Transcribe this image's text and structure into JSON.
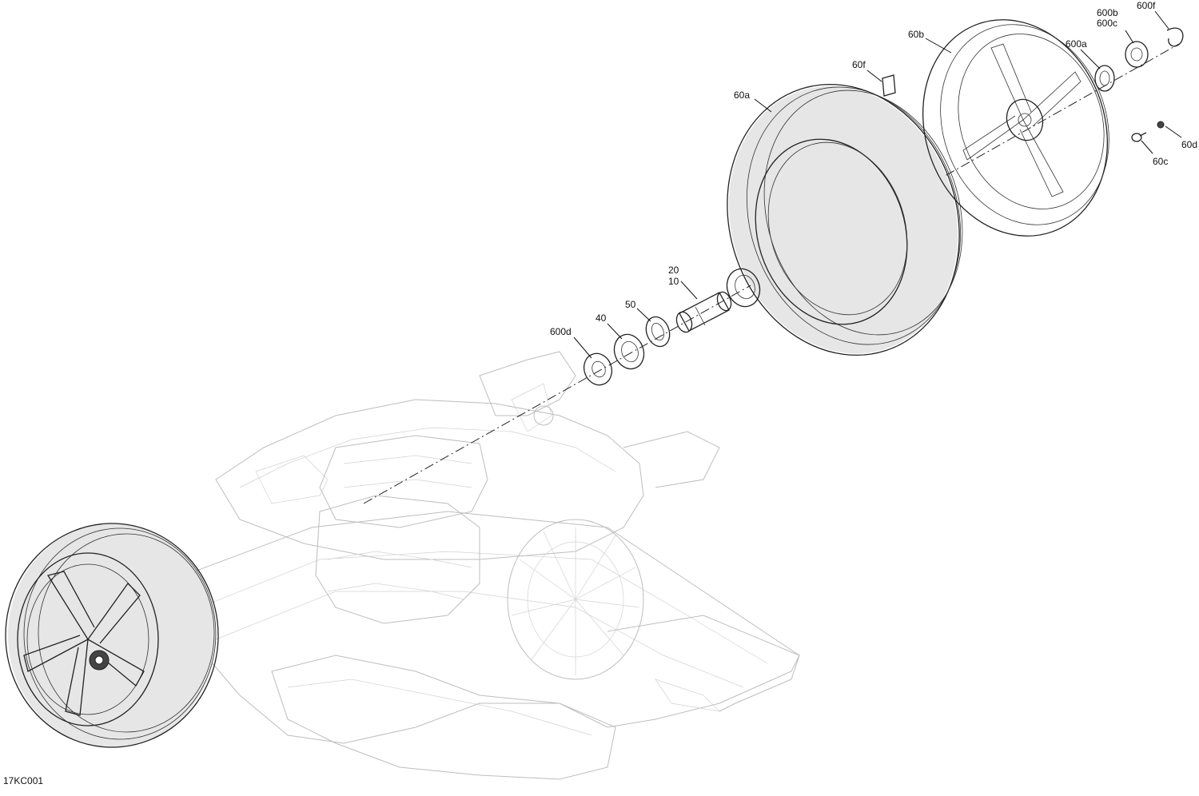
{
  "drawing_code": "17KC001",
  "callouts": [
    {
      "id": "600f",
      "text": "600f"
    },
    {
      "id": "600b",
      "text": "600b"
    },
    {
      "id": "600c",
      "text": "600c"
    },
    {
      "id": "60b",
      "text": "60b"
    },
    {
      "id": "600a",
      "text": "600a"
    },
    {
      "id": "60f",
      "text": "60f"
    },
    {
      "id": "60a",
      "text": "60a"
    },
    {
      "id": "60d",
      "text": "60d"
    },
    {
      "id": "60c",
      "text": "60c"
    },
    {
      "id": "20",
      "text": "20"
    },
    {
      "id": "10",
      "text": "10"
    },
    {
      "id": "50",
      "text": "50"
    },
    {
      "id": "40",
      "text": "40"
    },
    {
      "id": "600d",
      "text": "600d"
    }
  ]
}
